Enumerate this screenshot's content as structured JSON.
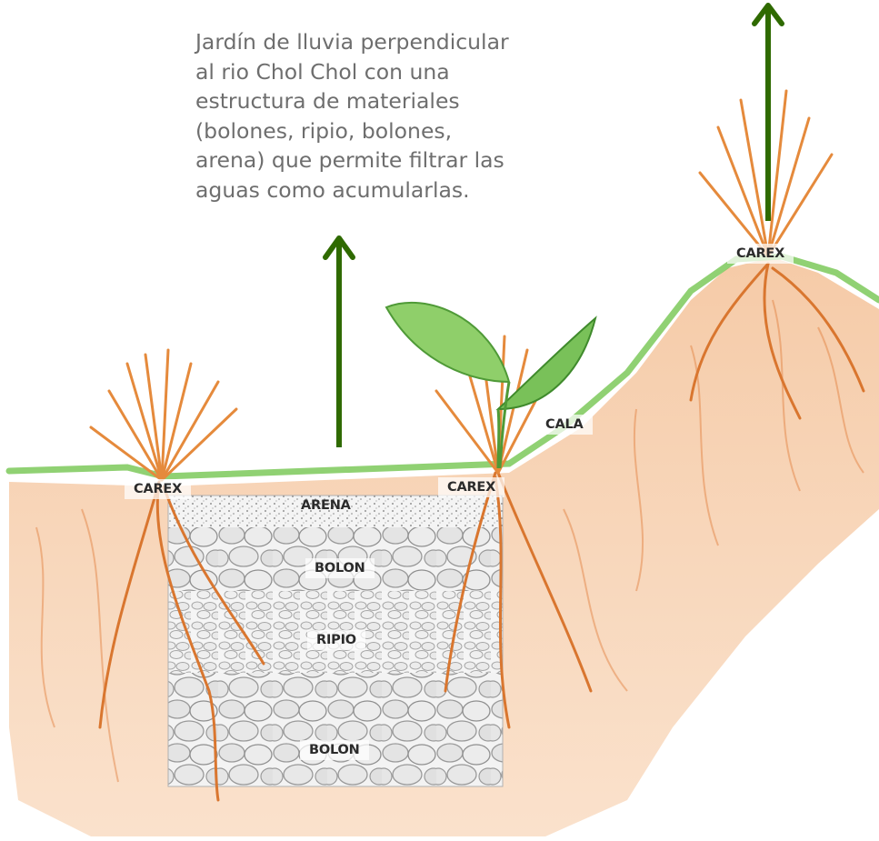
{
  "description_lines": [
    "Jardín de lluvia perpendicular",
    "al rio Chol Chol con una",
    "estructura de materiales",
    "(bolones, ripio, bolones,",
    "arena) que permite filtrar las",
    "aguas como acumularlas."
  ],
  "labels": {
    "carex_top": "CAREX",
    "carex_left": "CAREX",
    "carex_mid": "CAREX",
    "cala": "CALA",
    "arena": "ARENA",
    "bolon_upper": "BOLON",
    "ripio": "RIPIO",
    "bolon_lower": "BOLON"
  },
  "colors": {
    "arrow": "#2f6a00",
    "soil": "#e8955a",
    "grass": "#7cc95a",
    "stone": "#b9b9b9",
    "text": "#6e6e6e"
  }
}
